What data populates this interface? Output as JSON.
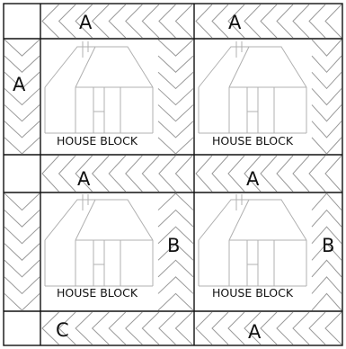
{
  "quilt": {
    "house_block_label": "HOUSE BLOCK",
    "colors": {
      "background": "#ffffff",
      "block_border": "#111111",
      "triangle_line": "#9a9a9a",
      "house_line": "#b0b0b0",
      "text": "#111111"
    },
    "labels": {
      "top_left_strip": "A",
      "top_right_strip": "A",
      "left_strip_upper": "A",
      "middle_left_strip": "A",
      "middle_right_strip": "A",
      "right_strip_lower": "B",
      "middle_lower_strip": "B",
      "bottom_left_strip": "C",
      "bottom_right_strip": "A"
    }
  }
}
